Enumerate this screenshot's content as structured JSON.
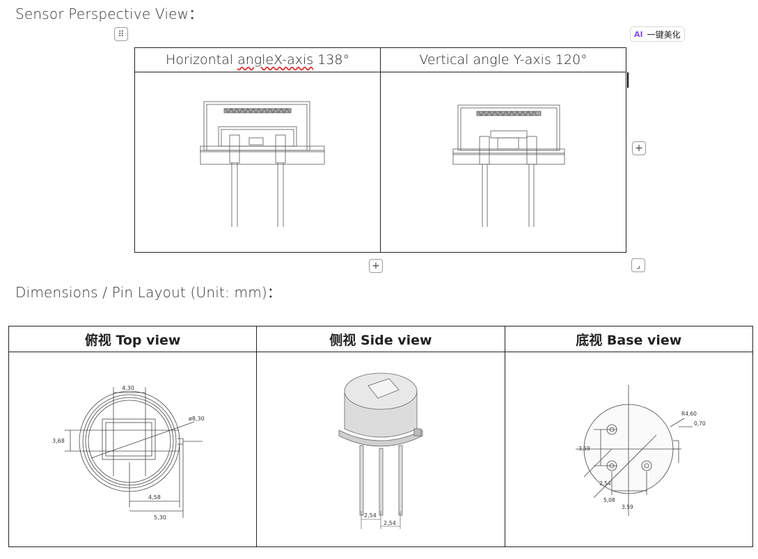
{
  "section1": {
    "heading": "Sensor Perspective View："
  },
  "ai_button": {
    "icon": "AI",
    "label": "一键美化"
  },
  "perspective_table": {
    "headers": {
      "col1_prefix": "Horizontal ",
      "col1_marked": "angleX-axis",
      "col1_suffix": " 138°",
      "col2": "Vertical angle Y-axis 120°"
    }
  },
  "section2": {
    "heading": "Dimensions / Pin Layout (Unit: mm)："
  },
  "dimension_table": {
    "headers": {
      "top": "俯视  Top view",
      "side": "侧视 Side view",
      "base": "底视 Base view"
    },
    "top_view_dims": {
      "d1": "4,30",
      "d2": "ø8,30",
      "d3": "3,68",
      "d4": "4,58",
      "d5": "5,30"
    },
    "side_view_dims": {
      "d1": "2,54",
      "d2": "2,54"
    },
    "base_view_dims": {
      "d1": "R4,60",
      "d2": "0,70",
      "d3": "3,59",
      "d4": "2,54",
      "d5": "5,08",
      "d6": "3,59"
    }
  },
  "handles": {
    "grip": "⠿",
    "add": "+",
    "resize": "⌟"
  }
}
